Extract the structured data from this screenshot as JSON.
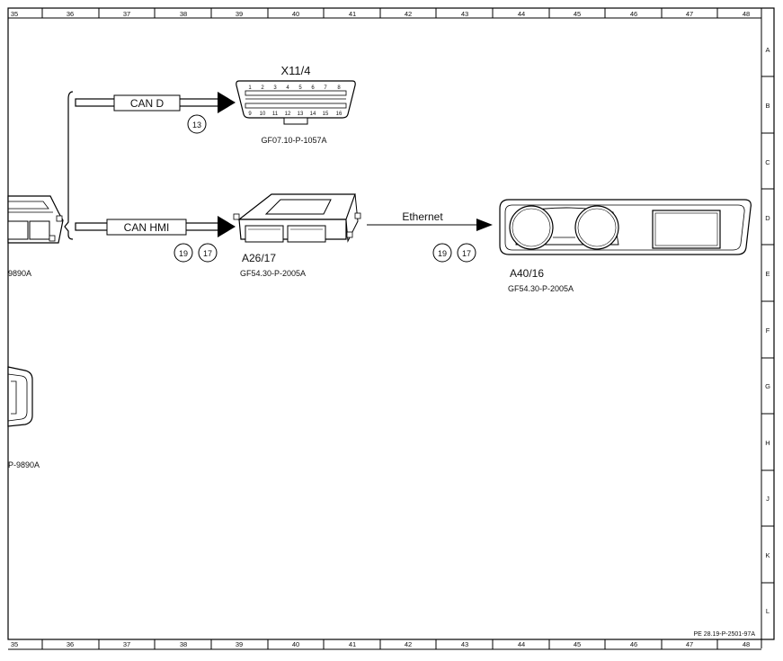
{
  "grid": {
    "columns": [
      "35",
      "36",
      "37",
      "38",
      "39",
      "40",
      "41",
      "42",
      "43",
      "44",
      "45",
      "46",
      "47",
      "48"
    ],
    "rows": [
      "A",
      "B",
      "C",
      "D",
      "E",
      "F",
      "G",
      "H",
      "J",
      "K",
      "L"
    ]
  },
  "components": {
    "x11_4": {
      "label": "X11/4",
      "ref": "GF07.10-P-1057A",
      "pins_top": [
        "1",
        "2",
        "3",
        "4",
        "5",
        "6",
        "7",
        "8"
      ],
      "pins_bottom": [
        "9",
        "10",
        "11",
        "12",
        "13",
        "14",
        "15",
        "16"
      ]
    },
    "a26_17": {
      "label": "A26/17",
      "ref": "GF54.30-P-2005A"
    },
    "a40_16": {
      "label": "A40/16",
      "ref": "GF54.30-P-2005A"
    },
    "left_module_1": {
      "ref": "9890A"
    },
    "left_module_2": {
      "ref": "P-9890A"
    }
  },
  "connections": {
    "can_d": {
      "label": "CAN D",
      "markers": [
        "13"
      ]
    },
    "can_hmi": {
      "label": "CAN HMI",
      "markers": [
        "19",
        "17"
      ]
    },
    "ethernet": {
      "label": "Ethernet",
      "markers": [
        "19",
        "17"
      ]
    }
  },
  "footer": {
    "doc_ref": "PE 28.19-P-2501-97A"
  }
}
